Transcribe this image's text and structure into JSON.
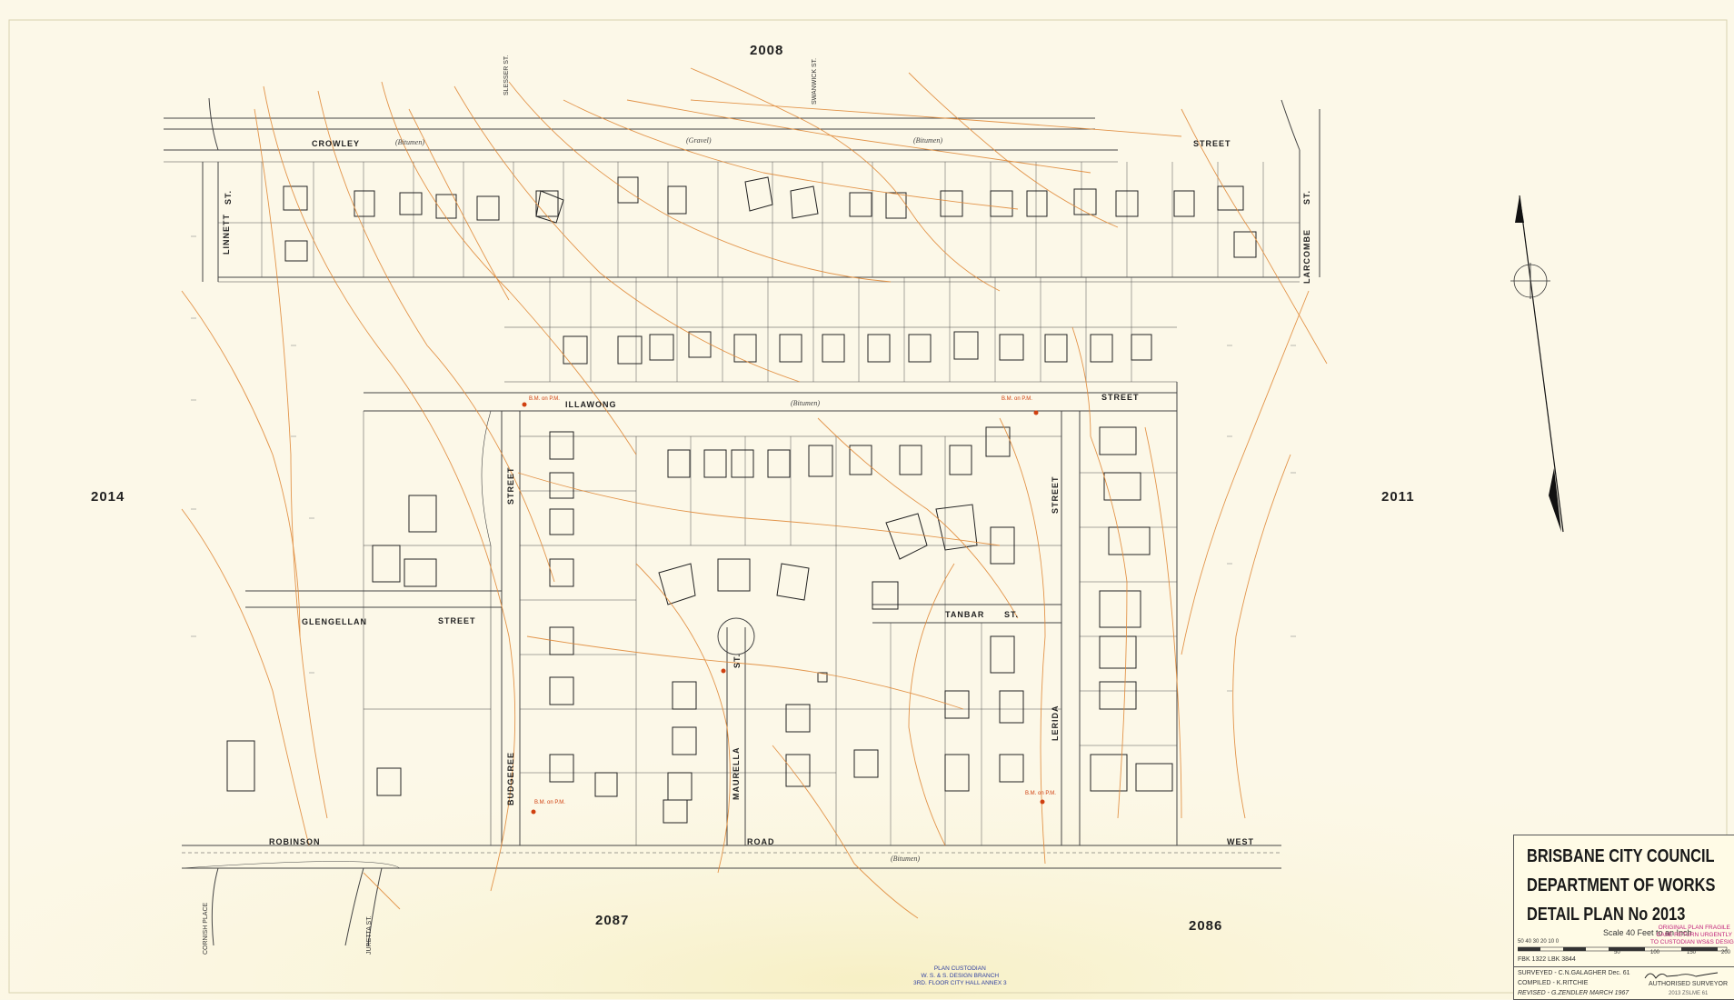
{
  "adjoining_plans": {
    "north": "2008",
    "west": "2014",
    "east": "2011",
    "south_left": "2087",
    "south_right": "2086"
  },
  "streets": {
    "crowley": "CROWLEY",
    "crowley_street": "STREET",
    "crowley_surface_1": "(Bitumen)",
    "crowley_surface_2": "(Gravel)",
    "crowley_surface_3": "(Bitumen)",
    "linnett": "LINNETT",
    "linnett_st": "ST.",
    "larcombe": "LARCOMBE",
    "larcombe_st": "ST.",
    "slesser": "SLESSER ST.",
    "swanwick": "SWANWICK ST.",
    "illawong": "ILLAWONG",
    "illawong_street": "STREET",
    "illawong_surface": "(Bitumen)",
    "glengellan": "GLENGELLAN",
    "glengellan_street": "STREET",
    "budgeree": "BUDGEREE",
    "budgeree_street": "STREET",
    "maurella": "MAURELLA",
    "maurella_st": "ST.",
    "tanbar": "TANBAR",
    "tanbar_st": "ST.",
    "lerida": "LERIDA",
    "lerida_street": "STREET",
    "robinson": "ROBINSON",
    "road": "ROAD",
    "road_surface": "(Bitumen)",
    "west": "WEST",
    "cornish": "CORNISH PLACE",
    "juretta": "JURETTA ST."
  },
  "title_block": {
    "line1": "BRISBANE CITY COUNCIL",
    "line2": "DEPARTMENT OF WORKS",
    "line3": "DETAIL PLAN No 2013",
    "scale": "Scale 40 Feet to an Inch",
    "scale_ticks": [
      "50 40 30 20 10 0",
      "50",
      "100",
      "150",
      "200"
    ],
    "reference": "FBK 1322 LBK 3844",
    "surveyed": "SURVEYED - C.N.GALAGHER Dec. 61",
    "compiled": "COMPILED - K.RITCHIE",
    "revised": "REVISED - G.ZENDLER MARCH 1967",
    "signature_title": "AUTHORISED SURVEYOR",
    "pencil_note": "2013 ZSLME 61"
  },
  "stamps": {
    "custodian_lines": [
      "PLAN CUSTODIAN",
      "W. S. & S. DESIGN BRANCH",
      "3RD. FLOOR CITY HALL ANNEX 3"
    ],
    "original_lines": [
      "ORIGINAL PLAN FRAGILE",
      "CASE RETURN URGENTLY",
      "TO CUSTODIAN WS&S DESIGN"
    ]
  },
  "red_notes": {
    "bm1": "B.M. on P.M.",
    "bm2": "B.M. on P.M.",
    "bm3": "B.M. on P.M.",
    "bm4": "B.M. on P.M."
  },
  "colors": {
    "paper": "#fcf8e8",
    "ink": "#333333",
    "contour": "#e08a3a",
    "red_ink": "#d04010",
    "stamp_magenta": "#c0207a",
    "stamp_blue": "#3040a0"
  },
  "icons": {
    "north_arrow": "north-arrow-icon",
    "benchmark": "benchmark-icon"
  }
}
